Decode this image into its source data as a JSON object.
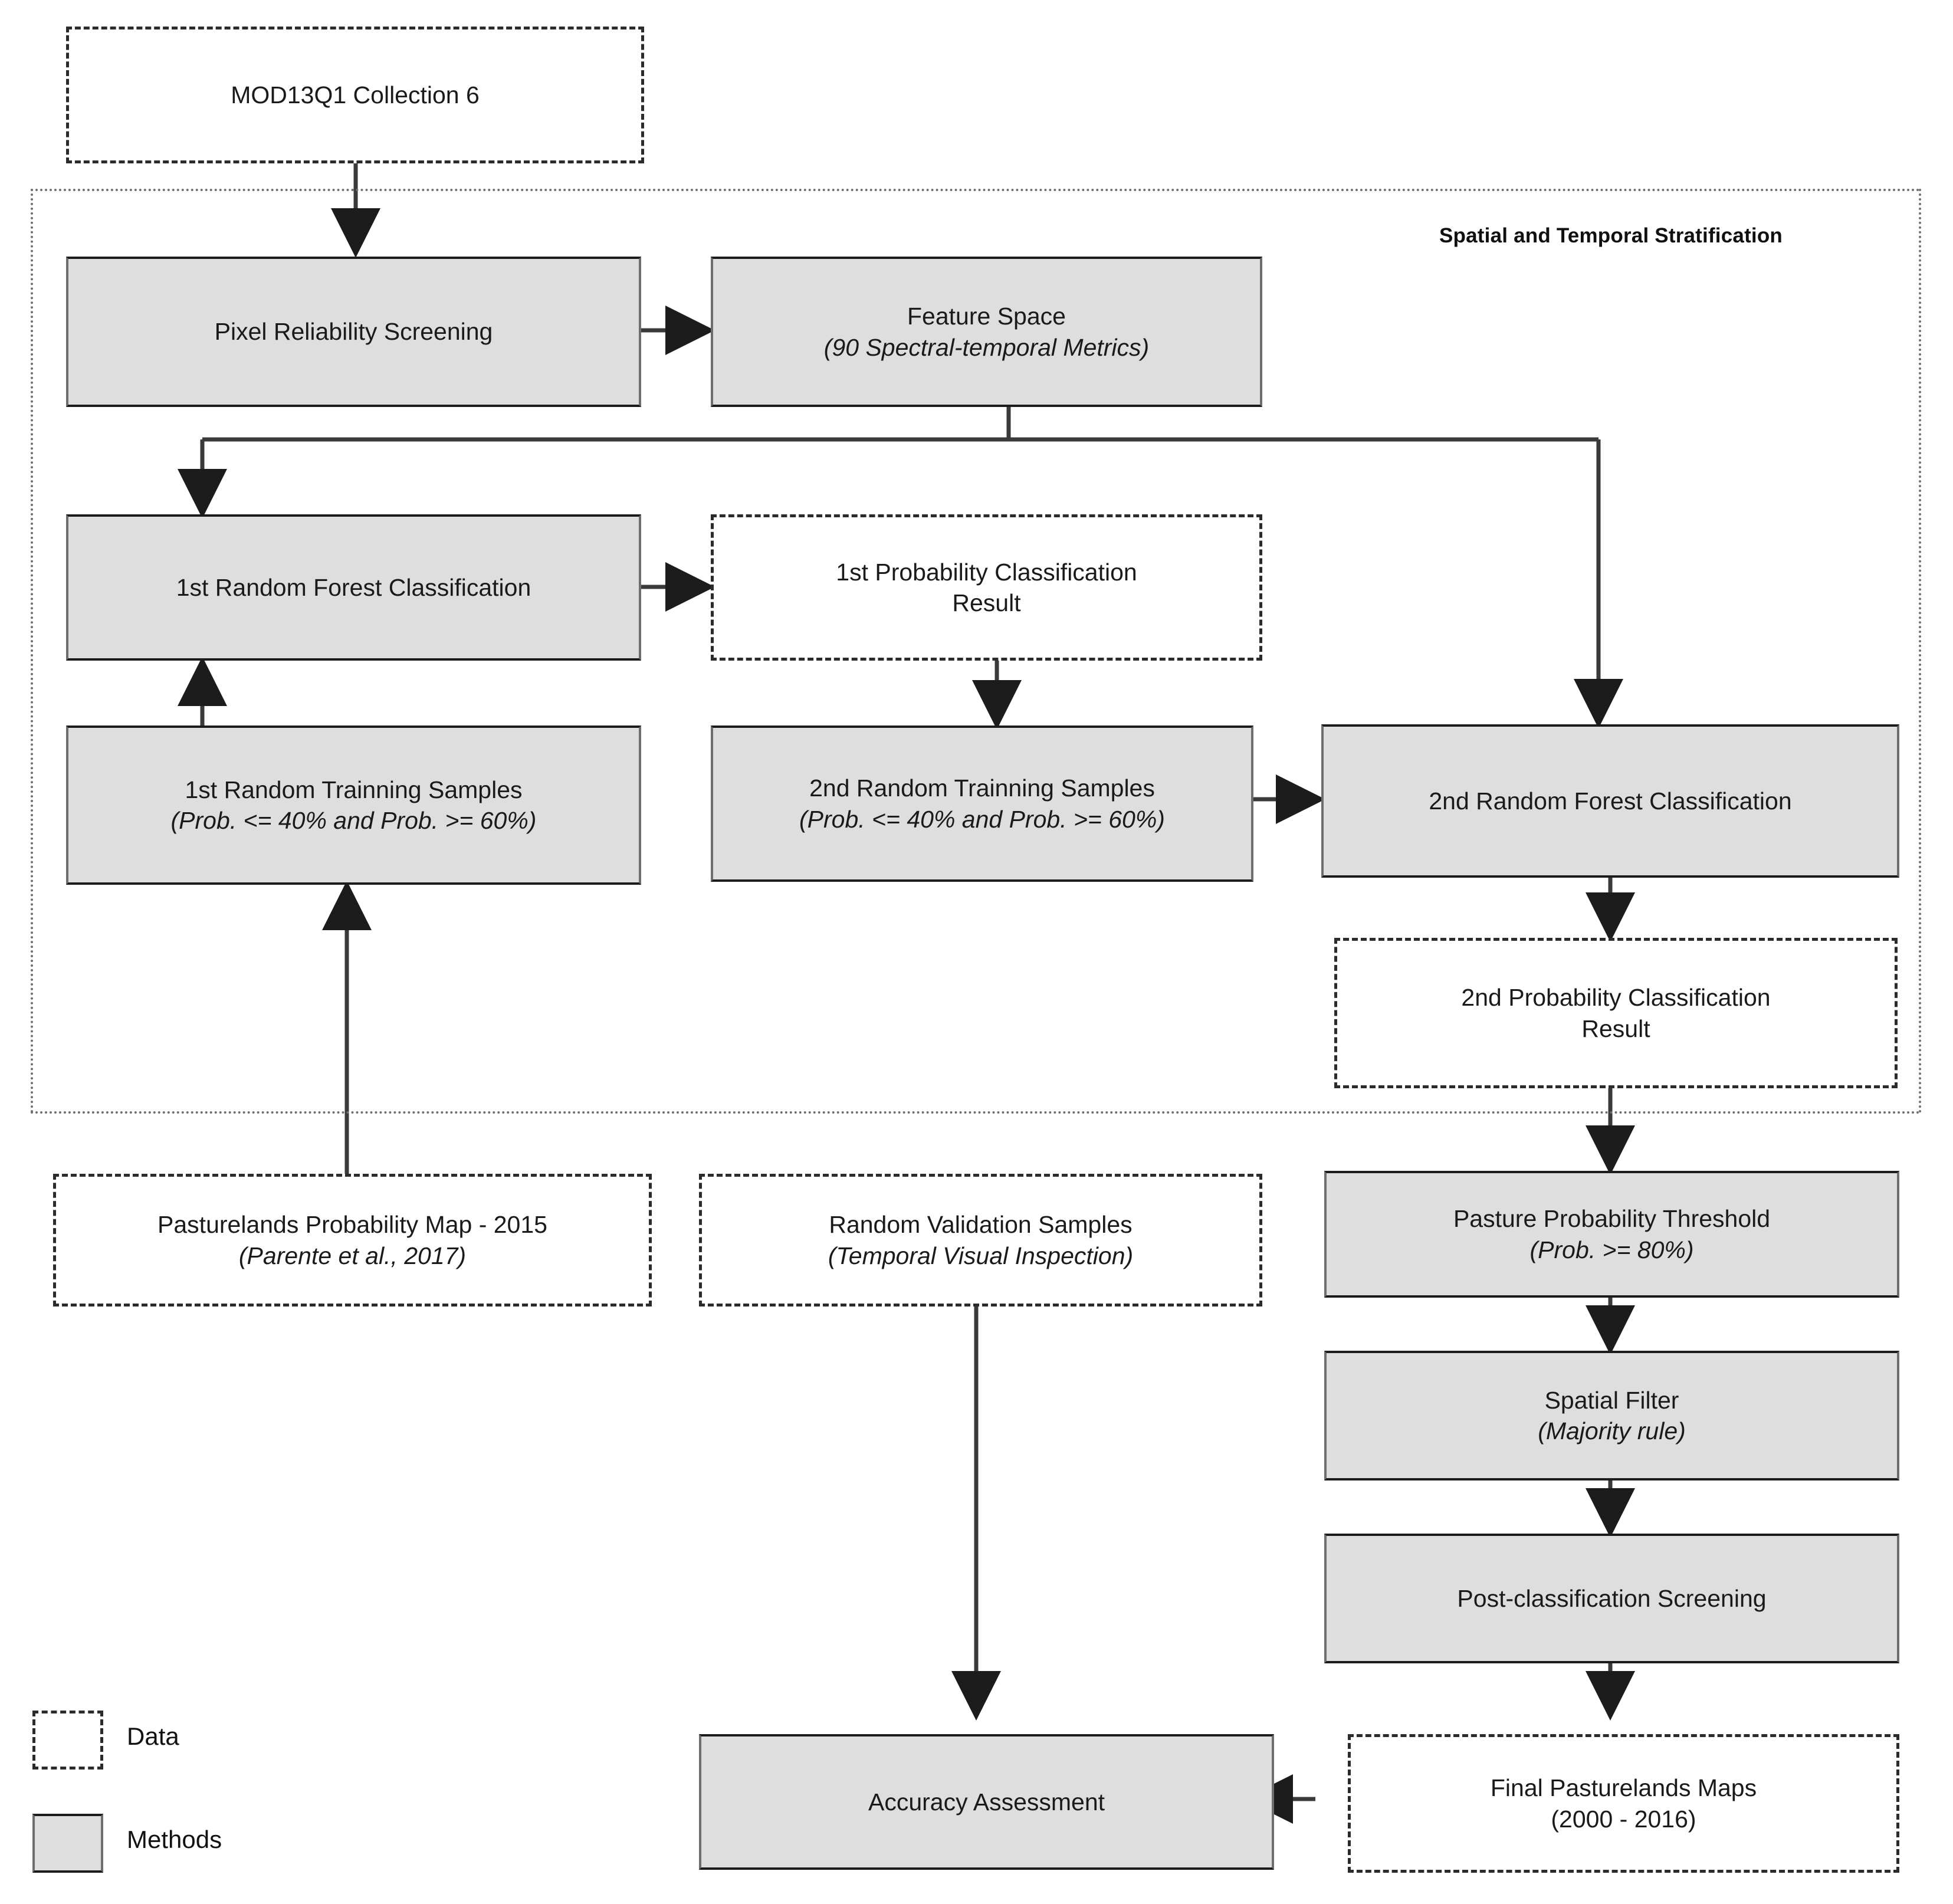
{
  "diagram": {
    "title_label": "Spatial and Temporal Stratification",
    "nodes": {
      "mod13q1": {
        "line1": "MOD13Q1 Collection 6",
        "line2": "",
        "kind": "Data"
      },
      "pixel_screen": {
        "line1": "Pixel Reliability Screening",
        "line2": "",
        "kind": "Methods"
      },
      "feature_space": {
        "line1": "Feature Space",
        "line2": "(90 Spectral-temporal Metrics)",
        "kind": "Methods"
      },
      "rf1": {
        "line1": "1st Random Forest Classification",
        "line2": "",
        "kind": "Methods"
      },
      "prob1": {
        "line1": "1st Probability Classification",
        "line2": "Result",
        "kind": "Data"
      },
      "train1": {
        "line1": "1st Random Trainning Samples",
        "line2": "(Prob. <= 40% and Prob. >= 60%)",
        "kind": "Methods"
      },
      "train2": {
        "line1": "2nd Random Trainning Samples",
        "line2": "(Prob. <= 40% and Prob. >= 60%)",
        "kind": "Methods"
      },
      "rf2": {
        "line1": "2nd Random Forest Classification",
        "line2": "",
        "kind": "Methods"
      },
      "prob2": {
        "line1": "2nd Probability Classification",
        "line2": "Result",
        "kind": "Data"
      },
      "pasture_map": {
        "line1": "Pasturelands Probability Map - 2015",
        "line2": "(Parente et al., 2017)",
        "kind": "Data"
      },
      "validation": {
        "line1": "Random Validation Samples",
        "line2": "(Temporal Visual Inspection)",
        "kind": "Data"
      },
      "threshold": {
        "line1": "Pasture Probability Threshold",
        "line2": "(Prob. >= 80%)",
        "kind": "Methods"
      },
      "spatial_filter": {
        "line1": "Spatial Filter",
        "line2": "(Majority rule)",
        "kind": "Methods"
      },
      "post_screen": {
        "line1": "Post-classification Screening",
        "line2": "",
        "kind": "Methods"
      },
      "final_maps": {
        "line1": "Final Pasturelands Maps",
        "line2": "(2000 - 2016)",
        "kind": "Data"
      },
      "accuracy": {
        "line1": "Accuracy Assessment",
        "line2": "",
        "kind": "Methods"
      }
    },
    "legend": {
      "data_label": "Data",
      "methods_label": "Methods"
    },
    "colors": {
      "method_fill": "#dedede",
      "data_fill": "#ffffff",
      "border_dark": "#1c1c1c",
      "border_gray": "#6e6e6e",
      "container_border": "#707070",
      "edge": "#2a2a2a",
      "text": "#1a1a1a"
    },
    "edges": [
      {
        "from": "mod13q1",
        "to": "pixel_screen"
      },
      {
        "from": "pixel_screen",
        "to": "feature_space"
      },
      {
        "from": "feature_space",
        "to": "rf1"
      },
      {
        "from": "feature_space",
        "to": "rf2"
      },
      {
        "from": "rf1",
        "to": "prob1"
      },
      {
        "from": "train1",
        "to": "rf1"
      },
      {
        "from": "prob1",
        "to": "train2"
      },
      {
        "from": "train2",
        "to": "rf2"
      },
      {
        "from": "rf2",
        "to": "prob2"
      },
      {
        "from": "prob2",
        "to": "threshold"
      },
      {
        "from": "pasture_map",
        "to": "train1"
      },
      {
        "from": "threshold",
        "to": "spatial_filter"
      },
      {
        "from": "spatial_filter",
        "to": "post_screen"
      },
      {
        "from": "post_screen",
        "to": "final_maps"
      },
      {
        "from": "final_maps",
        "to": "accuracy"
      },
      {
        "from": "validation",
        "to": "accuracy"
      }
    ]
  }
}
